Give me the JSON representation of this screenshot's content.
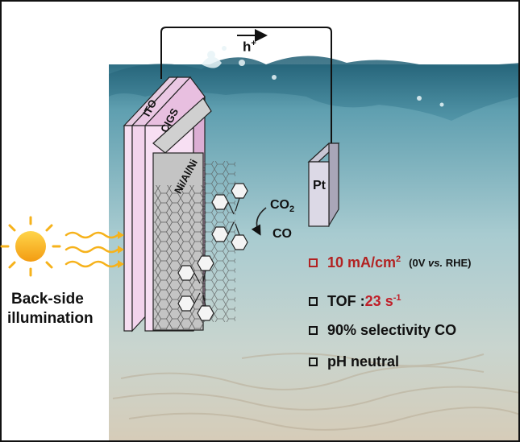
{
  "labels": {
    "hole": "h",
    "hole_sup": "+",
    "ito": "ITO",
    "cigs": "CIGS",
    "ni_al_ni": "Ni/Al/Ni",
    "pt": "Pt",
    "co2": "CO",
    "co2_sub": "2",
    "co": "CO",
    "illumination_line1": "Back-side",
    "illumination_line2": "illumination"
  },
  "bullets": {
    "current_density": "10 mA/cm",
    "current_density_sup": "2",
    "condition_open": "(0V ",
    "condition_vs": "vs.",
    "condition_close": " RHE)",
    "tof_label": "TOF : ",
    "tof_value": "23 s",
    "tof_sup": "-1",
    "selectivity": "90% selectivity CO",
    "ph": "pH neutral"
  },
  "colors": {
    "water_top": "#3f7d8f",
    "water_mid": "#86b5bd",
    "sand": "#cfc4b0",
    "ito_face": "#f4d6ee",
    "accent_red": "#b22222",
    "sun": "#f6b21b"
  }
}
